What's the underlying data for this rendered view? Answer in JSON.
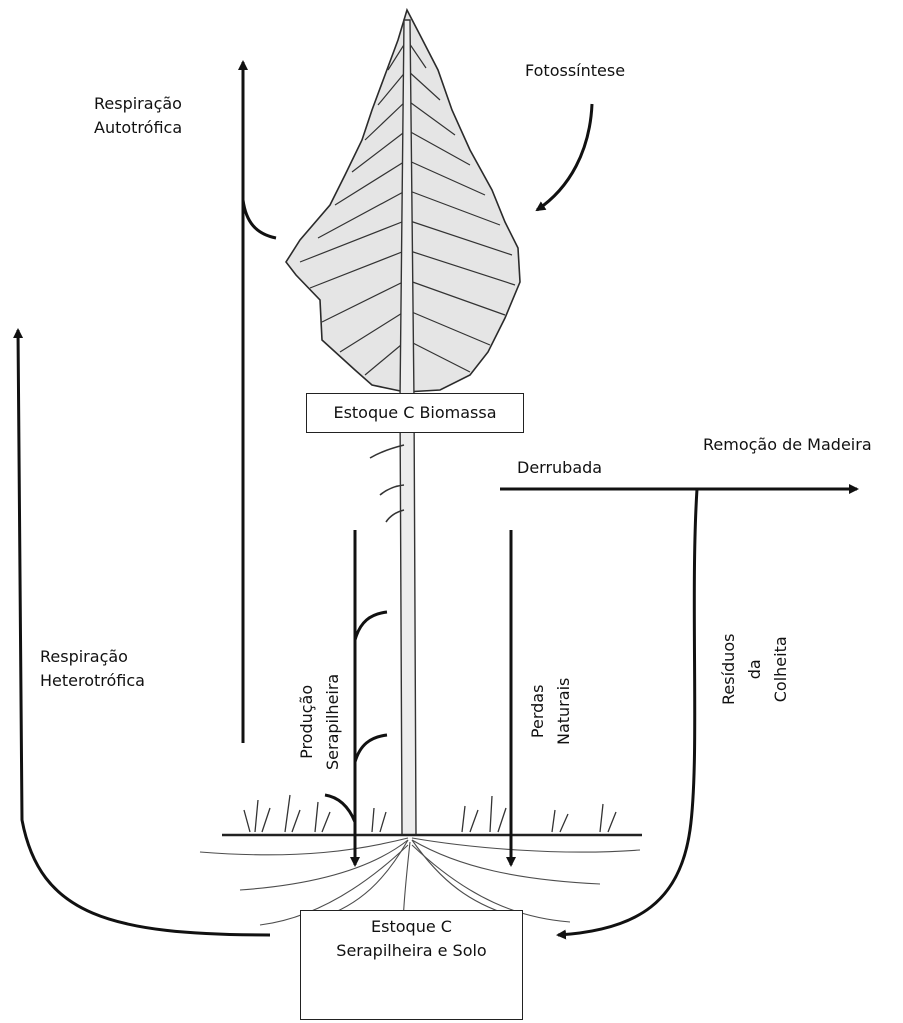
{
  "labels": {
    "respiracao_autotrofica": [
      "Respiração",
      "Autotrófica"
    ],
    "fotossintese": "Fotossíntese",
    "respiracao_heterotrofica": [
      "Respiração",
      "Heterotrófica"
    ],
    "remocao_madeira": "Remoção de Madeira",
    "derrubada": "Derrubada",
    "producao_serapilheira": [
      "Produção",
      "Serapilheira"
    ],
    "perdas_naturais": [
      "Perdas",
      "Naturais"
    ],
    "residuos_colheita": [
      "Resíduos",
      "da",
      "Colheita"
    ]
  },
  "boxes": {
    "estoque_biomassa": "Estoque C Biomassa",
    "estoque_solo": [
      "Estoque C",
      "Serapilheira e Solo"
    ]
  },
  "colors": {
    "ink": "#111111",
    "tree": "#2b2b2b",
    "background": "#ffffff"
  }
}
